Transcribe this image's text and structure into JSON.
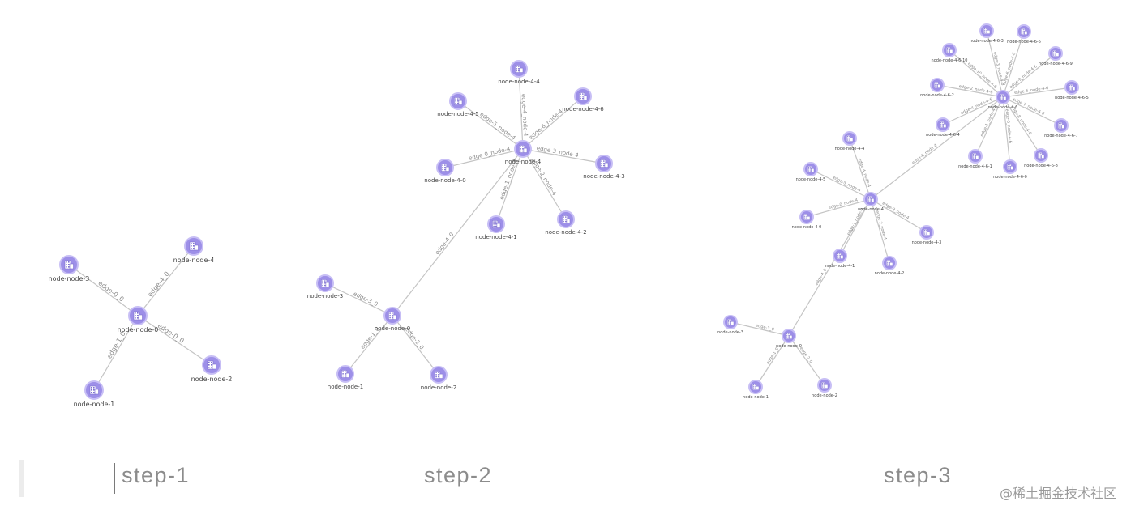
{
  "graphs": [
    {
      "nodes": [
        {
          "id": "node-node-0",
          "label": "node-node-0"
        },
        {
          "id": "node-node-1",
          "label": "node-node-1"
        },
        {
          "id": "node-node-2",
          "label": "node-node-2"
        },
        {
          "id": "node-node-3",
          "label": "node-node-3"
        },
        {
          "id": "node-node-4",
          "label": "node-node-4"
        }
      ],
      "edges": [
        {
          "from": "node-node-0",
          "to": "node-node-1",
          "label": "edge-1_0"
        },
        {
          "from": "node-node-0",
          "to": "node-node-2",
          "label": "edge-0_0"
        },
        {
          "from": "node-node-0",
          "to": "node-node-3",
          "label": "edge-0_0"
        },
        {
          "from": "node-node-0",
          "to": "node-node-4",
          "label": "edge-4_0"
        }
      ]
    },
    {
      "nodes": [
        {
          "id": "node-node-0",
          "label": "node-node-0"
        },
        {
          "id": "node-node-1",
          "label": "node-node-1"
        },
        {
          "id": "node-node-2",
          "label": "node-node-2"
        },
        {
          "id": "node-node-3",
          "label": "node-node-3"
        },
        {
          "id": "node-node-4",
          "label": "node-node-4"
        },
        {
          "id": "node-node-4-0",
          "label": "node-node-4-0"
        },
        {
          "id": "node-node-4-1",
          "label": "node-node-4-1"
        },
        {
          "id": "node-node-4-2",
          "label": "node-node-4-2"
        },
        {
          "id": "node-node-4-3",
          "label": "node-node-4-3"
        },
        {
          "id": "node-node-4-4",
          "label": "node-node-4-4"
        },
        {
          "id": "node-node-4-5",
          "label": "node-node-4-5"
        },
        {
          "id": "node-node-4-6",
          "label": "node-node-4-6"
        }
      ],
      "edges": [
        {
          "from": "node-node-0",
          "to": "node-node-1",
          "label": "edge-1_0"
        },
        {
          "from": "node-node-0",
          "to": "node-node-2",
          "label": "edge-2_0"
        },
        {
          "from": "node-node-0",
          "to": "node-node-3",
          "label": "edge-3_0"
        },
        {
          "from": "node-node-0",
          "to": "node-node-4",
          "label": "edge-4_0"
        },
        {
          "from": "node-node-4",
          "to": "node-node-4-0",
          "label": "edge-0_node-4"
        },
        {
          "from": "node-node-4",
          "to": "node-node-4-1",
          "label": "edge-1_node-4"
        },
        {
          "from": "node-node-4",
          "to": "node-node-4-2",
          "label": "edge-2_node-4"
        },
        {
          "from": "node-node-4",
          "to": "node-node-4-3",
          "label": "edge-3_node-4"
        },
        {
          "from": "node-node-4",
          "to": "node-node-4-4",
          "label": "edge-4_node-4"
        },
        {
          "from": "node-node-4",
          "to": "node-node-4-5",
          "label": "edge-5_node-4"
        },
        {
          "from": "node-node-4",
          "to": "node-node-4-6",
          "label": "edge-6_node-4"
        }
      ]
    },
    {
      "nodes": [
        {
          "id": "node-node-0",
          "label": "node-node-0"
        },
        {
          "id": "node-node-1",
          "label": "node-node-1"
        },
        {
          "id": "node-node-2",
          "label": "node-node-2"
        },
        {
          "id": "node-node-3",
          "label": "node-node-3"
        },
        {
          "id": "node-node-4",
          "label": "node-node-4"
        },
        {
          "id": "node-node-4-0",
          "label": "node-node-4-0"
        },
        {
          "id": "node-node-4-1",
          "label": "node-node-4-1"
        },
        {
          "id": "node-node-4-2",
          "label": "node-node-4-2"
        },
        {
          "id": "node-node-4-3",
          "label": "node-node-4-3"
        },
        {
          "id": "node-node-4-4",
          "label": "node-node-4-4"
        },
        {
          "id": "node-node-4-5",
          "label": "node-node-4-5"
        },
        {
          "id": "node-node-4-6",
          "label": "node-node-4-6"
        },
        {
          "id": "node-node-4-6-0",
          "label": "node-node-4-6-0"
        },
        {
          "id": "node-node-4-6-1",
          "label": "node-node-4-6-1"
        },
        {
          "id": "node-node-4-6-2",
          "label": "node-node-4-6-2"
        },
        {
          "id": "node-node-4-6-3",
          "label": "node-node-4-6-3"
        },
        {
          "id": "node-node-4-6-4",
          "label": "node-node-4-6-4"
        },
        {
          "id": "node-node-4-6-5",
          "label": "node-node-4-6-5"
        },
        {
          "id": "node-node-4-6-6",
          "label": "node-node-4-6-6"
        },
        {
          "id": "node-node-4-6-7",
          "label": "node-node-4-6-7"
        },
        {
          "id": "node-node-4-6-8",
          "label": "node-node-4-6-8"
        },
        {
          "id": "node-node-4-6-9",
          "label": "node-node-4-6-9"
        },
        {
          "id": "node-node-4-6-10",
          "label": "node-node-4-6-10"
        }
      ],
      "edges": [
        {
          "from": "node-node-0",
          "to": "node-node-1",
          "label": "edge-1_0"
        },
        {
          "from": "node-node-0",
          "to": "node-node-2",
          "label": "edge-2_0"
        },
        {
          "from": "node-node-0",
          "to": "node-node-3",
          "label": "edge-3_0"
        },
        {
          "from": "node-node-0",
          "to": "node-node-4",
          "label": "edge-4_0"
        },
        {
          "from": "node-node-4",
          "to": "node-node-4-0",
          "label": "edge-0_node-4"
        },
        {
          "from": "node-node-4",
          "to": "node-node-4-1",
          "label": "edge-1_node-4"
        },
        {
          "from": "node-node-4",
          "to": "node-node-4-2",
          "label": "edge-2_node-4"
        },
        {
          "from": "node-node-4",
          "to": "node-node-4-3",
          "label": "edge-3_node-4"
        },
        {
          "from": "node-node-4",
          "to": "node-node-4-4",
          "label": "edge-4_node-4"
        },
        {
          "from": "node-node-4",
          "to": "node-node-4-5",
          "label": "edge-5_node-4"
        },
        {
          "from": "node-node-4",
          "to": "node-node-4-6",
          "label": "edge-6_node-4"
        },
        {
          "from": "node-node-4-6",
          "to": "node-node-4-6-0",
          "label": "edge-0_node-4-6"
        },
        {
          "from": "node-node-4-6",
          "to": "node-node-4-6-1",
          "label": "edge-1_node-4-6"
        },
        {
          "from": "node-node-4-6",
          "to": "node-node-4-6-2",
          "label": "edge-2_node-4-6"
        },
        {
          "from": "node-node-4-6",
          "to": "node-node-4-6-3",
          "label": "edge-3_node-4-6"
        },
        {
          "from": "node-node-4-6",
          "to": "node-node-4-6-4",
          "label": "edge-4_node-4-6"
        },
        {
          "from": "node-node-4-6",
          "to": "node-node-4-6-5",
          "label": "edge-5_node-4-6"
        },
        {
          "from": "node-node-4-6",
          "to": "node-node-4-6-6",
          "label": "edge-6_node-4-6"
        },
        {
          "from": "node-node-4-6",
          "to": "node-node-4-6-7",
          "label": "edge-7_node-4-6"
        },
        {
          "from": "node-node-4-6",
          "to": "node-node-4-6-8",
          "label": "edge-8_node-4-6"
        },
        {
          "from": "node-node-4-6",
          "to": "node-node-4-6-9",
          "label": "edge-9_node-4-6"
        },
        {
          "from": "node-node-4-6",
          "to": "node-node-4-6-10",
          "label": "edge-10_node-4-6"
        }
      ]
    }
  ],
  "captions": [
    "step-1",
    "step-2",
    "step-3"
  ],
  "watermark": "@稀土掘金技术社区",
  "colors": {
    "node_fill": "#9d8fe8",
    "edge": "#c4c4c4",
    "caption": "#8c8c8c"
  },
  "icons": {
    "node": "building-icon"
  }
}
